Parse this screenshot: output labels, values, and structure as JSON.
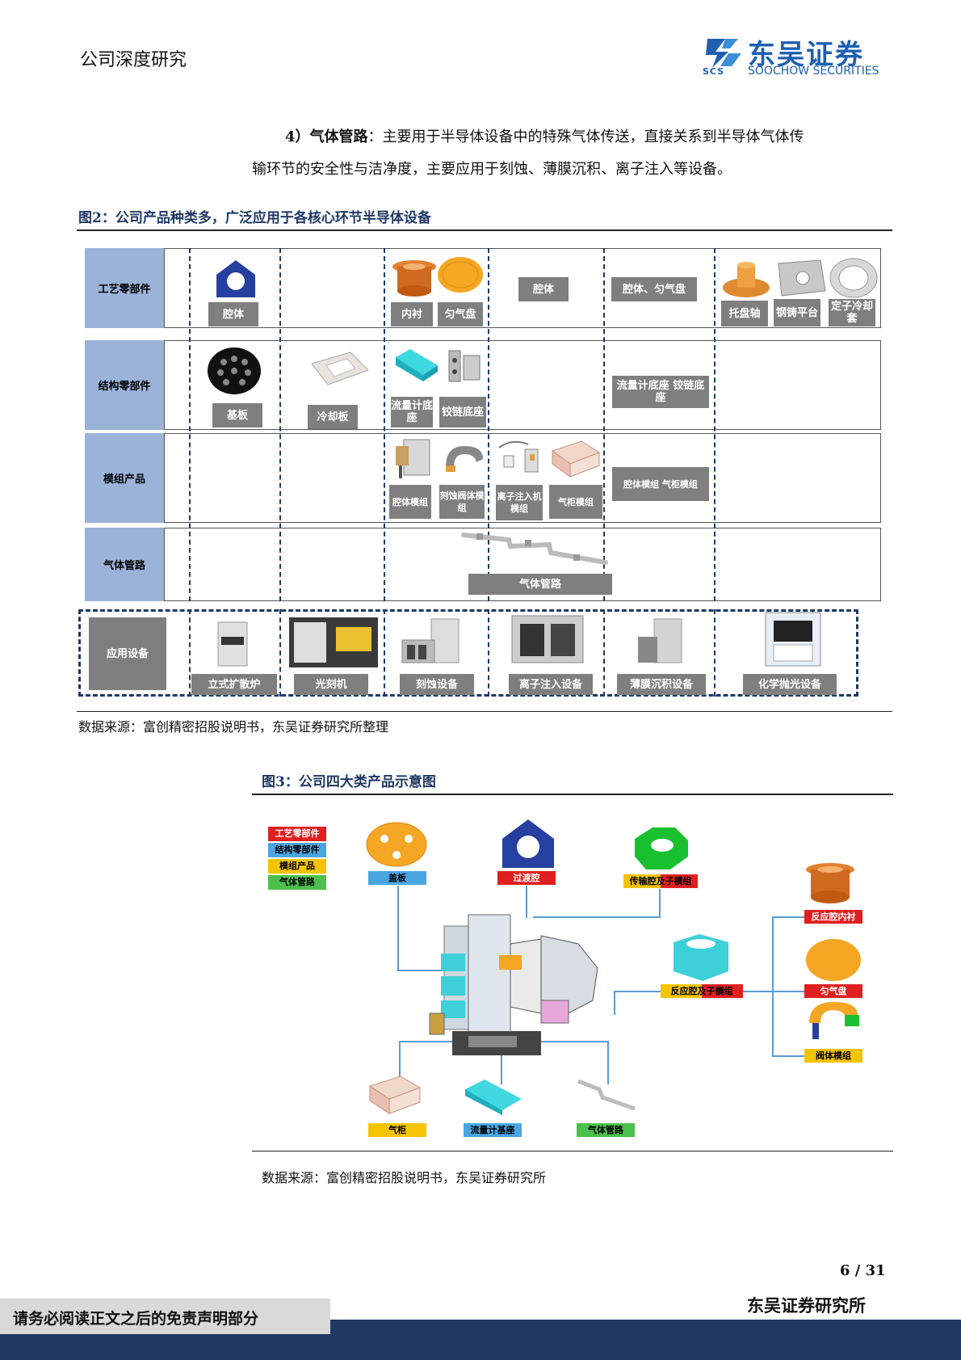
{
  "header": {
    "section": "公司深度研究",
    "logo_cn": "东吴证券",
    "logo_en": "SOOCHOW SECURITIES",
    "logo_mark": "SCS"
  },
  "body_text": {
    "bold_part": "4）气体管路",
    "rest_line1": "：主要用于半导体设备中的特殊气体传送，直接关系到半导体气体传",
    "line2": "输环节的安全性与洁净度，主要应用于刻蚀、薄膜沉积、离子注入等设备。"
  },
  "figure2": {
    "title": "图2：公司产品种类多，广泛应用于各核心环节半导体设备",
    "rows": [
      "工艺零部件",
      "结构零部件",
      "模组产品",
      "气体管路",
      "应用设备"
    ],
    "process_labels": [
      "腔体",
      "内衬",
      "匀气盘",
      "腔体",
      "腔体、匀气盘",
      "托盘轴",
      "钢铸平台",
      "定子冷却套"
    ],
    "structure_labels": [
      "基板",
      "冷却板",
      "流量计底座",
      "铰链底座",
      "流量计底座 铰链底座"
    ],
    "module_labels": [
      "腔体模组",
      "刻蚀阀体模组",
      "离子注入机模组",
      "气柜模组",
      "腔体模组 气柜模组"
    ],
    "gas_label": "气体管路",
    "equipment_labels": [
      "立式扩散炉",
      "光刻机",
      "刻蚀设备",
      "离子注入设备",
      "薄膜沉积设备",
      "化学抛光设备"
    ],
    "source": "数据来源：富创精密招股说明书，东吴证券研究所整理"
  },
  "figure3": {
    "title": "图3：公司四大类产品示意图",
    "legend": [
      {
        "label": "工艺零部件",
        "color": "#e02020"
      },
      {
        "label": "结构零部件",
        "color": "#4aa6e0"
      },
      {
        "label": "模组产品",
        "color": "#f5c400"
      },
      {
        "label": "气体管路",
        "color": "#4cc04c"
      }
    ],
    "parts": [
      "盖板",
      "过渡腔",
      "传输腔及子模组",
      "反应腔内衬",
      "匀气盘",
      "反应腔及子模组",
      "阀体模组",
      "气柜",
      "流量计基座",
      "气体管路"
    ],
    "source": "数据来源：富创精密招股说明书，东吴证券研究所"
  },
  "footer": {
    "page": "6 / 31",
    "company": "东吴证券研究所",
    "disclaimer": "请务必阅读正文之后的免责声明部分"
  },
  "colors": {
    "navy": "#1f3864",
    "rowhead": "#9bb3d9",
    "label_gray": "#7f7f7f",
    "footer_bar": "#1f3864"
  }
}
